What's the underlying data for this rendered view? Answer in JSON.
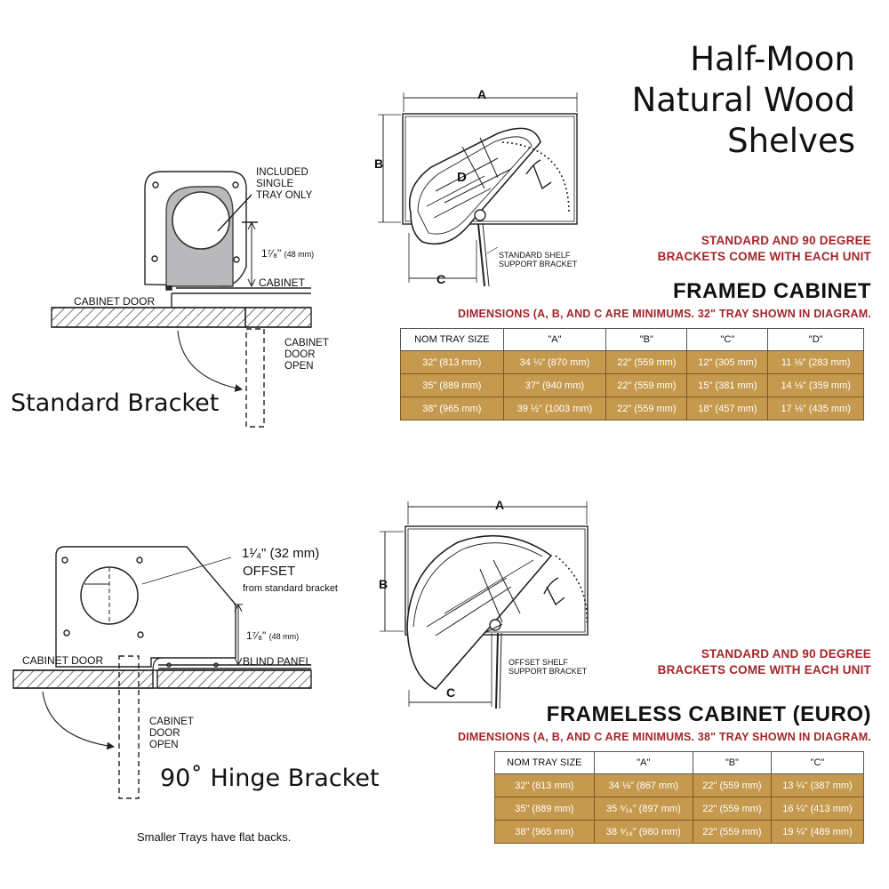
{
  "title": {
    "line1": "Half-Moon",
    "line2": "Natural Wood",
    "line3": "Shelves"
  },
  "standard": {
    "caption": "Standard Bracket",
    "included_l1": "INCLUDED",
    "included_l2": "SINGLE",
    "included_l3": "TRAY ONLY",
    "dim": "1⁷⁄₈\"",
    "dim_mm": "(48 mm)",
    "cabinet": "CABINET",
    "cabinet_door": "CABINET DOOR",
    "door_open_l1": "CABINET",
    "door_open_l2": "DOOR",
    "door_open_l3": "OPEN"
  },
  "framed": {
    "dim_a": "A",
    "dim_b": "B",
    "dim_c": "C",
    "dim_d": "D",
    "bracket_l1": "STANDARD SHELF",
    "bracket_l2": "SUPPORT BRACKET",
    "note_l1": "STANDARD AND 90 DEGREE",
    "note_l2": "BRACKETS COME WITH EACH UNIT",
    "heading": "FRAMED CABINET",
    "subheading": "DIMENSIONS (A, B, AND C ARE MINIMUMS.  32\" TRAY SHOWN IN DIAGRAM.",
    "headers": [
      "NOM TRAY SIZE",
      "\"A\"",
      "\"B\"",
      "\"C\"",
      "\"D\""
    ],
    "rows": [
      [
        "32\" (813 mm)",
        "34 ¼\" (870 mm)",
        "22\" (559 mm)",
        "12\" (305 mm)",
        "11 ⅛\" (283 mm)"
      ],
      [
        "35\" (889 mm)",
        "37\" (940 mm)",
        "22\" (559 mm)",
        "15\" (381 mm)",
        "14 ⅛\" (359 mm)"
      ],
      [
        "38\" (965 mm)",
        "39 ½\" (1003 mm)",
        "22\" (559 mm)",
        "18\" (457 mm)",
        "17 ⅛\" (435 mm)"
      ]
    ]
  },
  "hinge": {
    "caption": "90˚ Hinge Bracket",
    "offset_dim": "1¹⁄₄\" (32 mm)",
    "offset": "OFFSET",
    "offset_from": "from standard bracket",
    "dim": "1⁷⁄₈\"",
    "dim_mm": "(48 mm)",
    "blind_panel": "BLIND PANEL",
    "cabinet_door": "CABINET DOOR",
    "door_open_l1": "CABINET",
    "door_open_l2": "DOOR",
    "door_open_l3": "OPEN",
    "footnote": "Smaller Trays have flat backs."
  },
  "frameless": {
    "dim_a": "A",
    "dim_b": "B",
    "dim_c": "C",
    "bracket_l1": "OFFSET SHELF",
    "bracket_l2": "SUPPORT BRACKET",
    "note_l1": "STANDARD AND 90 DEGREE",
    "note_l2": "BRACKETS COME WITH EACH UNIT",
    "heading": "FRAMELESS CABINET (EURO)",
    "subheading": "DIMENSIONS (A, B, AND C ARE MINIMUMS.  38\" TRAY SHOWN IN DIAGRAM.",
    "headers": [
      "NOM TRAY SIZE",
      "\"A\"",
      "\"B\"",
      "\"C\""
    ],
    "rows": [
      [
        "32\" (813 mm)",
        "34 ⅛\" (867 mm)",
        "22\" (559 mm)",
        "13 ¼\" (387 mm)"
      ],
      [
        "35\" (889 mm)",
        "35 ⁵⁄₁₆\" (897 mm)",
        "22\" (559 mm)",
        "16 ¼\" (413 mm)"
      ],
      [
        "38\" (965 mm)",
        "38 ⁹⁄₁₆\" (980 mm)",
        "22\" (559 mm)",
        "19 ¼\" (489 mm)"
      ]
    ]
  },
  "colors": {
    "accent_red": "#a3262a",
    "table_gold": "#c69a4e",
    "bracket_gray": "#b9b9bb"
  }
}
